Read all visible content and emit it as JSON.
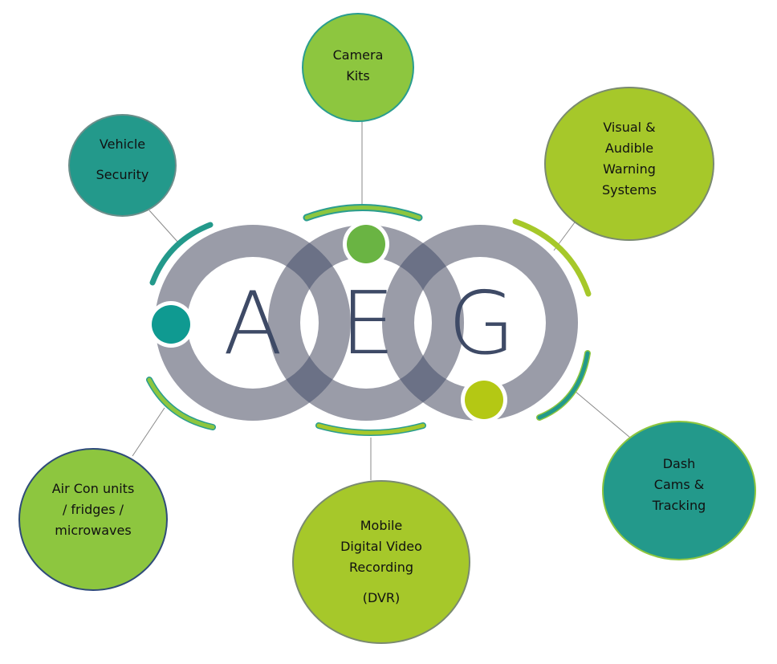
{
  "logo": {
    "letters": [
      "A",
      "E",
      "G"
    ],
    "colors": {
      "ring": "#9a9ca8",
      "overlap": "#6b7186",
      "letter": "#3e4a66",
      "dot_teal": "#0f9a91",
      "dot_green": "#6ab443",
      "dot_lime": "#b4c814"
    }
  },
  "nodes": [
    {
      "id": "camera-kits",
      "lines": [
        "Camera",
        "Kits"
      ],
      "fill": "#8dc63f",
      "border": "#2a9d8f"
    },
    {
      "id": "vehicle-security",
      "lines": [
        "Vehicle",
        "Security"
      ],
      "fill": "#23998b",
      "border": "#6b8e8a"
    },
    {
      "id": "visual-audible-warning",
      "lines": [
        "Visual &",
        "Audible",
        "Warning",
        "Systems"
      ],
      "fill": "#a6c82a",
      "border": "#7a8a70"
    },
    {
      "id": "air-con-units",
      "lines": [
        "Air Con units",
        "/ fridges /",
        "microwaves"
      ],
      "fill": "#8dc63f",
      "border": "#2f4b7a"
    },
    {
      "id": "mobile-dvr",
      "lines": [
        "Mobile",
        "Digital Video",
        "Recording",
        "(DVR)"
      ],
      "fill": "#a6c82a",
      "border": "#7a8a70"
    },
    {
      "id": "dash-cams-tracking",
      "lines": [
        "Dash",
        "Cams &",
        "Tracking"
      ],
      "fill": "#23998b",
      "border": "#8dc63f"
    }
  ]
}
